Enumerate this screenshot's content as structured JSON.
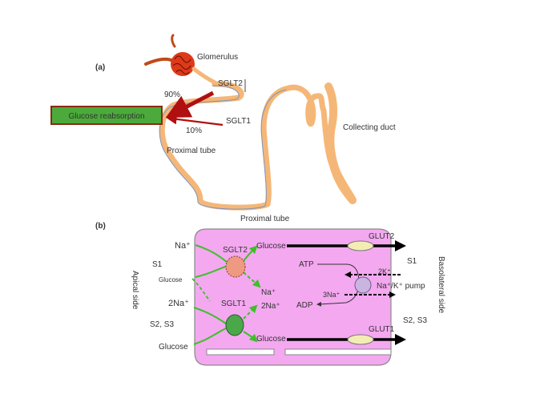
{
  "panel_a": {
    "label": "(a)",
    "glomerulus": "Glomerulus",
    "sglt2": "SGLT2",
    "sglt1": "SGLT1",
    "pct_90": "90%",
    "pct_10": "10%",
    "reabsorption_box": "Glucose reabsorption",
    "proximal_tube": "Proximal tube",
    "collecting_duct": "Collecting duct"
  },
  "panel_b": {
    "label": "(b)",
    "title": "Proximal tube",
    "apical_side": "Apical side",
    "basolateral_side": "Basolateral side",
    "s1_left": "S1",
    "s2s3_left": "S2, S3",
    "s1_right": "S1",
    "s2s3_right": "S2, S3",
    "na_top": "Na⁺",
    "glucose_left_top": "Glucose",
    "two_na": "2Na⁺",
    "glucose_left_bottom": "Glucose",
    "sglt2": "SGLT2",
    "sglt1": "SGLT1",
    "glucose_out_top": "Glucose",
    "glucose_out_bottom": "Glucose",
    "na_mid": "Na⁺",
    "two_na_mid": "2Na⁺",
    "atp": "ATP",
    "adp": "ADP",
    "three_na": "3Na⁺",
    "two_k": "2K⁺",
    "pump": "Na⁺/K⁺ pump",
    "glut2": "GLUT2",
    "glut1": "GLUT1"
  },
  "colors": {
    "cell_fill": "#f4a8f0",
    "cell_stroke": "#8a8a8a",
    "tubule": "#f5b777",
    "glomerulus": "#cc2a10",
    "arrow_red": "#b01010",
    "box_green": "#4caa3c",
    "box_border": "#8b2a10",
    "green_arrow": "#3fbf2a",
    "sglt2_fill": "#ee9a82",
    "sglt1_fill": "#4aa84a",
    "transporter_fill": "#f3edb4",
    "pump_fill": "#c9b5e0",
    "cyan_text": "#33a0b5"
  }
}
